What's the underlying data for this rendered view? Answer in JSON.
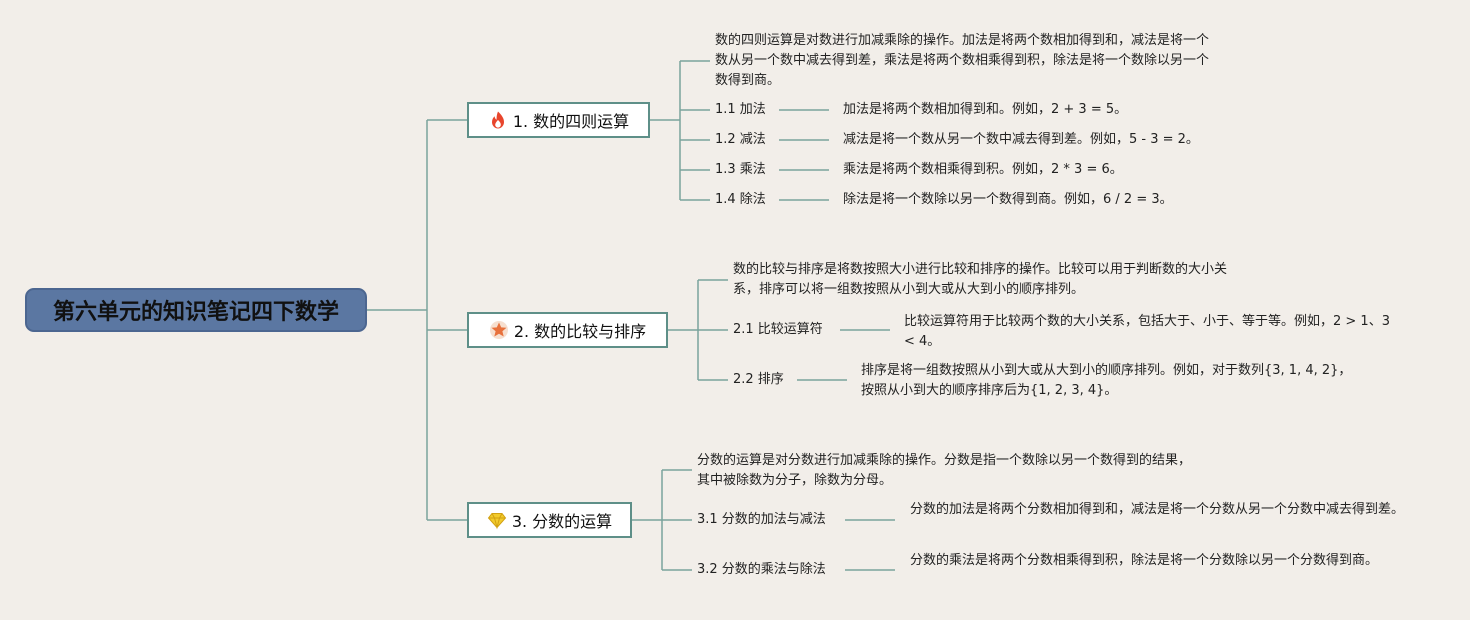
{
  "root": {
    "title": "第六单元的知识笔记四下数学"
  },
  "branches": [
    {
      "label": "1. 数的四则运算",
      "icon": "fire-icon",
      "intro": "数的四则运算是对数进行加减乘除的操作。加法是将两个数相加得到和，减法是将一个数从另一个数中减去得到差，乘法是将两个数相乘得到积，除法是将一个数除以另一个数得到商。",
      "items": [
        {
          "label": "1.1 加法",
          "desc": "加法是将两个数相加得到和。例如，2 + 3 = 5。"
        },
        {
          "label": "1.2 减法",
          "desc": "减法是将一个数从另一个数中减去得到差。例如，5 - 3 = 2。"
        },
        {
          "label": "1.3 乘法",
          "desc": "乘法是将两个数相乘得到积。例如，2 * 3 = 6。"
        },
        {
          "label": "1.4 除法",
          "desc": "除法是将一个数除以另一个数得到商。例如，6 / 2 = 3。"
        }
      ]
    },
    {
      "label": "2. 数的比较与排序",
      "icon": "star-icon",
      "intro": "数的比较与排序是将数按照大小进行比较和排序的操作。比较可以用于判断数的大小关系，排序可以将一组数按照从小到大或从大到小的顺序排列。",
      "items": [
        {
          "label": "2.1 比较运算符",
          "desc": "比较运算符用于比较两个数的大小关系，包括大于、小于、等于等。例如，2 > 1、3 < 4。"
        },
        {
          "label": "2.2 排序",
          "desc": "排序是将一组数按照从小到大或从大到小的顺序排列。例如，对于数列{3, 1, 4, 2}，按照从小到大的顺序排序后为{1, 2, 3, 4}。"
        }
      ]
    },
    {
      "label": "3. 分数的运算",
      "icon": "diamond-icon",
      "intro": "分数的运算是对分数进行加减乘除的操作。分数是指一个数除以另一个数得到的结果，其中被除数为分子，除数为分母。",
      "items": [
        {
          "label": "3.1 分数的加法与减法",
          "desc": "分数的加法是将两个分数相加得到和，减法是将一个分数从另一个分数中减去得到差。"
        },
        {
          "label": "3.2 分数的乘法与除法",
          "desc": "分数的乘法是将两个分数相乘得到积，除法是将一个分数除以另一个分数得到商。"
        }
      ]
    }
  ],
  "colors": {
    "background": "#f2eee9",
    "root_fill": "#5b77a2",
    "branch_border": "#5e8f88",
    "connector": "#7aa39c",
    "fire": "#e8452c",
    "star": "#e8713c",
    "diamond": "#f2cb2c"
  }
}
